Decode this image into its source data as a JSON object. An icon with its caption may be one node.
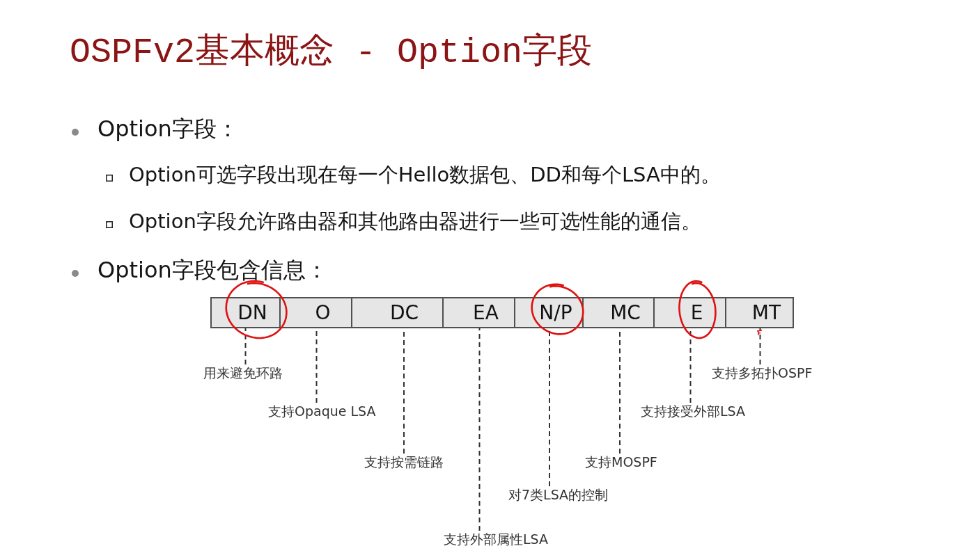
{
  "diagram": {
    "title": "OSPFv2基本概念 - Option字段",
    "nodes": [
      {
        "text": [
          "DN"
        ]
      },
      {
        "text": [
          "O"
        ]
      },
      {
        "text": [
          "DC"
        ]
      },
      {
        "text": [
          "EA"
        ]
      },
      {
        "text": [
          "N/P"
        ]
      },
      {
        "text": [
          "MC"
        ]
      },
      {
        "text": [
          "E"
        ]
      },
      {
        "text": [
          "MT"
        ]
      },
      {
        "text": [
          "用来避免环路"
        ]
      },
      {
        "text": [
          "支持Opaque LSA"
        ]
      },
      {
        "text": [
          "支持按需链路"
        ]
      },
      {
        "text": [
          "支持外部属性LSA"
        ]
      },
      {
        "text": [
          "对7类LSA的控制"
        ]
      },
      {
        "text": [
          "支持MOSPF"
        ]
      },
      {
        "text": [
          "支持接受外部LSA"
        ]
      },
      {
        "text": [
          "支持多拓扑OSPF"
        ]
      }
    ],
    "edges": [
      {
        "from": 8,
        "to": 0,
        "arrow": "none",
        "style": "dashed"
      },
      {
        "from": 9,
        "to": 1,
        "arrow": "none",
        "style": "dashed"
      },
      {
        "from": 10,
        "to": 2,
        "arrow": "none",
        "style": "dashed"
      },
      {
        "from": 11,
        "to": 3,
        "arrow": "none",
        "style": "dashed"
      },
      {
        "from": 12,
        "to": 4,
        "arrow": "none",
        "style": "dashed"
      },
      {
        "from": 13,
        "to": 5,
        "arrow": "none",
        "style": "dashed"
      },
      {
        "from": 14,
        "to": 6,
        "arrow": "none",
        "style": "dashed"
      },
      {
        "from": 15,
        "to": 7,
        "arrow": "none",
        "style": "dashed"
      }
    ],
    "labels": [
      "Option字段：",
      "Option可选字段出现在每一个Hello数据包、DD和每个LSA中的。",
      "Option字段允许路由器和其他路由器进行一些可选性能的通信。",
      "Option字段包含信息："
    ]
  }
}
